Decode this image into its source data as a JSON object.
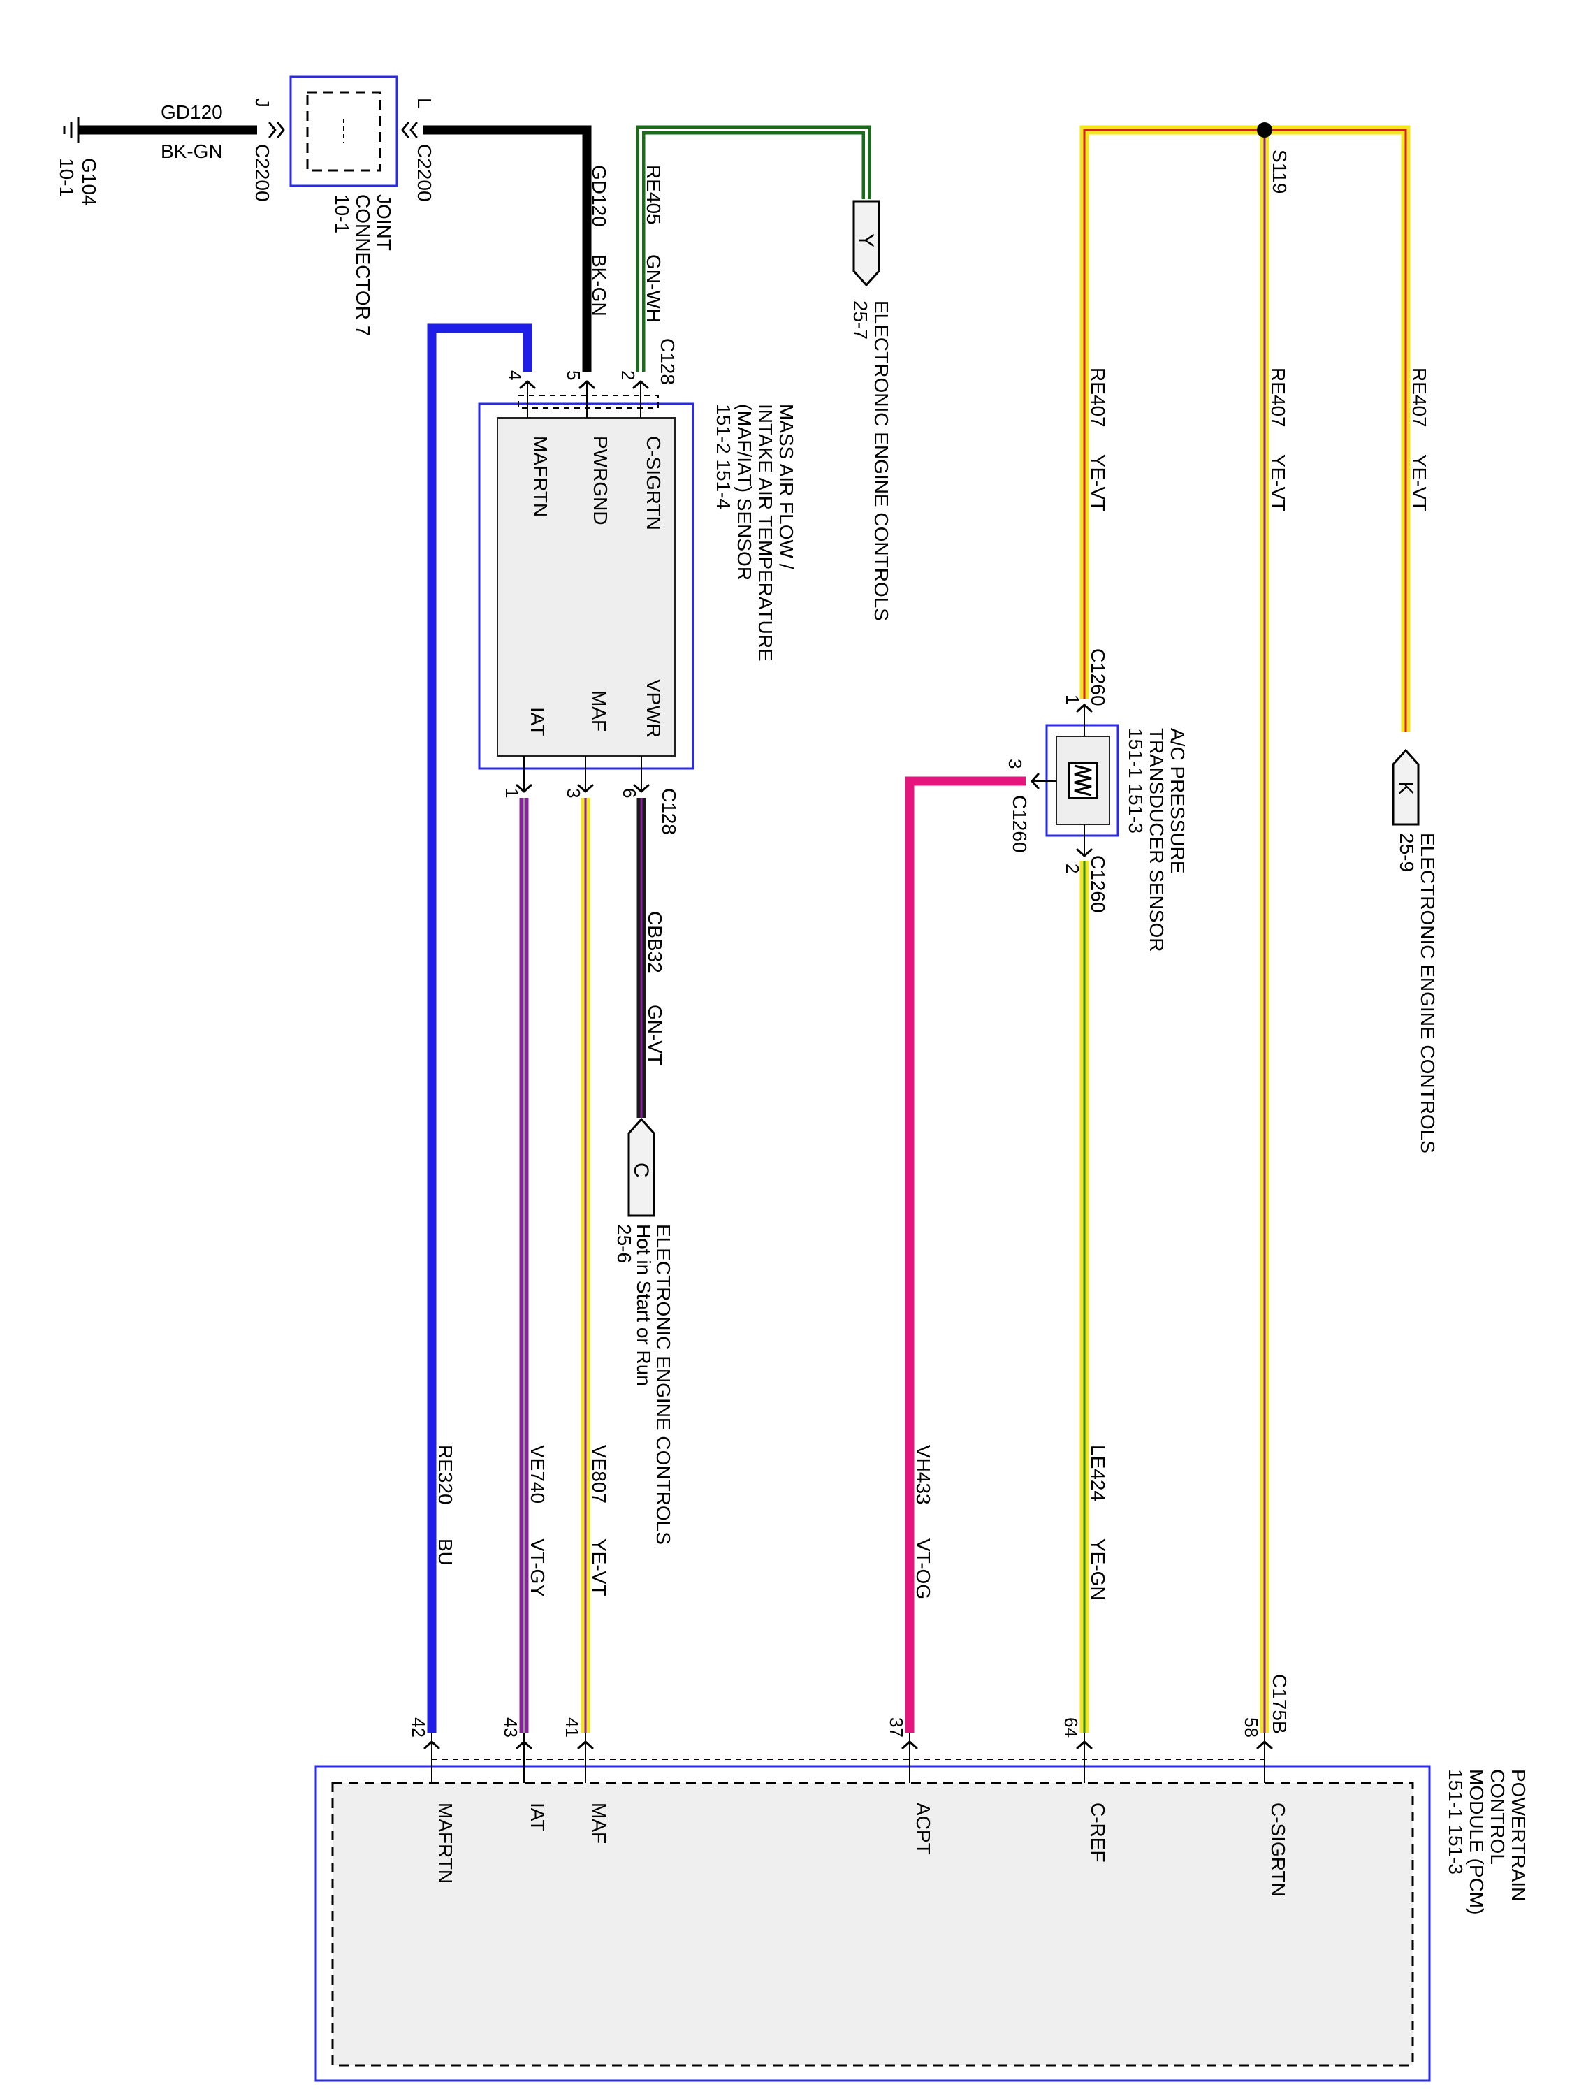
{
  "ground": {
    "id": "G104",
    "page": "10-1"
  },
  "joint_connector": {
    "name_line1": "JOINT",
    "name_line2": "CONNECTOR 7",
    "page": "10-1",
    "pin_left": "J",
    "pin_right": "L",
    "connector": "C2200"
  },
  "wires": {
    "gd120_ground": {
      "circuit": "GD120",
      "color": "BK-GN"
    },
    "gd120_vertical": {
      "circuit": "GD120",
      "color": "BK-GN"
    },
    "re405": {
      "circuit": "RE405",
      "color": "GN-WH"
    },
    "cbb32": {
      "circuit": "CBB32",
      "color": "GN-VT"
    },
    "re407_a": {
      "circuit": "RE407",
      "color": "YE-VT"
    },
    "re407_b": {
      "circuit": "RE407",
      "color": "YE-VT"
    },
    "re407_c": {
      "circuit": "RE407",
      "color": "YE-VT"
    },
    "re320": {
      "circuit": "RE320",
      "color": "BU"
    },
    "ve740": {
      "circuit": "VE740",
      "color": "VT-GY"
    },
    "ve807": {
      "circuit": "VE807",
      "color": "YE-VT"
    },
    "vh433": {
      "circuit": "VH433",
      "color": "VT-OG"
    },
    "le424": {
      "circuit": "LE424",
      "color": "YE-GN"
    }
  },
  "splice": {
    "id": "S119"
  },
  "off_page": {
    "y": {
      "letter": "Y",
      "title": "ELECTRONIC ENGINE CONTROLS",
      "page": "25-7"
    },
    "k": {
      "letter": "K",
      "title": "ELECTRONIC ENGINE CONTROLS",
      "page": "25-9"
    },
    "c": {
      "letter": "C",
      "title": "ELECTRONIC ENGINE CONTROLS",
      "note": "Hot in Start or Run",
      "page": "25-6"
    }
  },
  "maf_sensor": {
    "line1": "MASS AIR FLOW /",
    "line2": "INTAKE AIR TEMPERATURE",
    "line3": "(MAF/IAT) SENSOR",
    "pages": "151-2   151-4",
    "connector": "C128",
    "pins_top": [
      {
        "num": "4",
        "name": "MAFRTN"
      },
      {
        "num": "5",
        "name": "PWRGND"
      },
      {
        "num": "2",
        "name": "C-SIGRTN"
      }
    ],
    "pins_bottom": [
      {
        "num": "1",
        "name": "IAT"
      },
      {
        "num": "3",
        "name": "MAF"
      },
      {
        "num": "6",
        "name": "VPWR"
      }
    ]
  },
  "ac_sensor": {
    "line1": "A/C PRESSURE",
    "line2": "TRANSDUCER SENSOR",
    "pages": "151-1   151-3",
    "connector": "C1260",
    "pin1": "1",
    "pin2": "2",
    "pin3": "3"
  },
  "pcm": {
    "line1": "POWERTRAIN",
    "line2": "CONTROL",
    "line3": "MODULE (PCM)",
    "pages": "151-1   151-3",
    "connector": "C175B",
    "pins": [
      {
        "num": "42",
        "name": "MAFRTN"
      },
      {
        "num": "43",
        "name": "IAT"
      },
      {
        "num": "41",
        "name": "MAF"
      },
      {
        "num": "37",
        "name": "ACPT"
      },
      {
        "num": "64",
        "name": "C-REF"
      },
      {
        "num": "58",
        "name": "C-SIGRTN"
      }
    ]
  },
  "colors": {
    "black": "#000000",
    "blue": "#1e1ee6",
    "violet": "#8a1fa0",
    "yellow": "#f3e61a",
    "pink": "#e6157e",
    "green": "#2d8a2d",
    "red": "#d62020",
    "frame": "#2a2ae8"
  }
}
